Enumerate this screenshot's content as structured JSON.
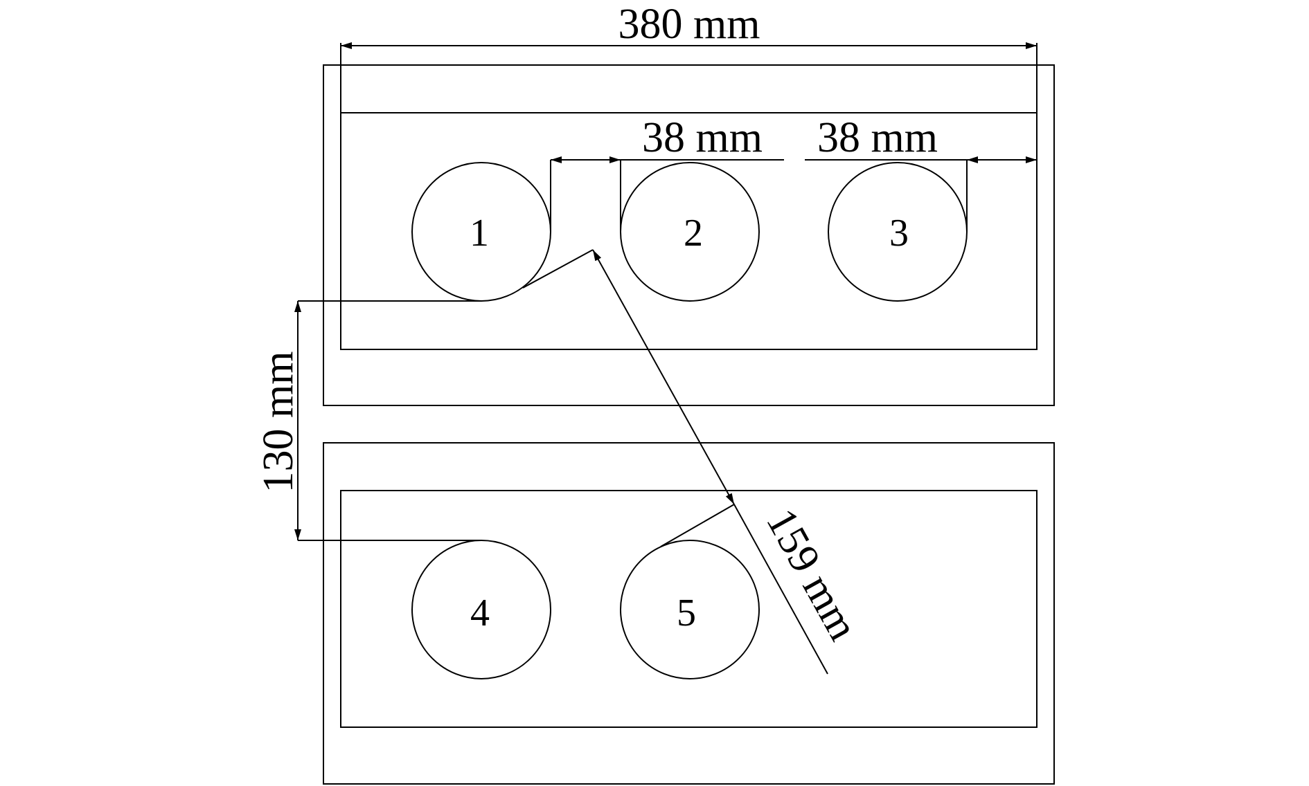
{
  "colors": {
    "stroke": "#000000",
    "background": "#ffffff"
  },
  "dimensions": {
    "overall_width": "380 mm",
    "spacing_left": "38 mm",
    "spacing_right": "38 mm",
    "vertical_gap": "130 mm",
    "diagonal": "159 mm"
  },
  "circles": [
    "1",
    "2",
    "3",
    "4",
    "5"
  ]
}
